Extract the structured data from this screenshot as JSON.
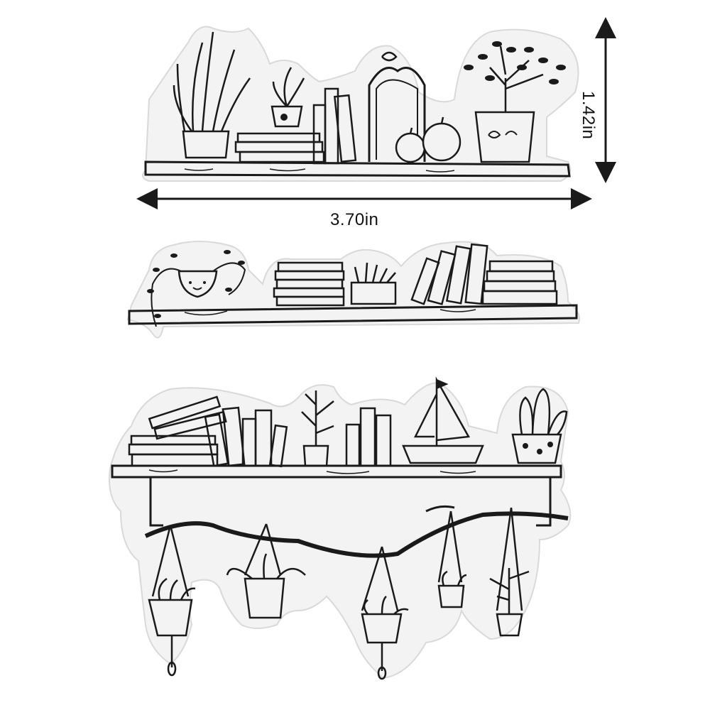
{
  "dimensions": {
    "width_label": "3.70in",
    "height_label": "1.42in"
  },
  "stamps": [
    {
      "id": "stamp-shelf-top"
    },
    {
      "id": "stamp-shelf-middle"
    },
    {
      "id": "stamp-shelf-bottom"
    }
  ],
  "colors": {
    "ink": "#1a1a1a",
    "stamp_plastic": "#f3f3f3",
    "stamp_edge": "#d6d6d6",
    "background": "#ffffff"
  }
}
